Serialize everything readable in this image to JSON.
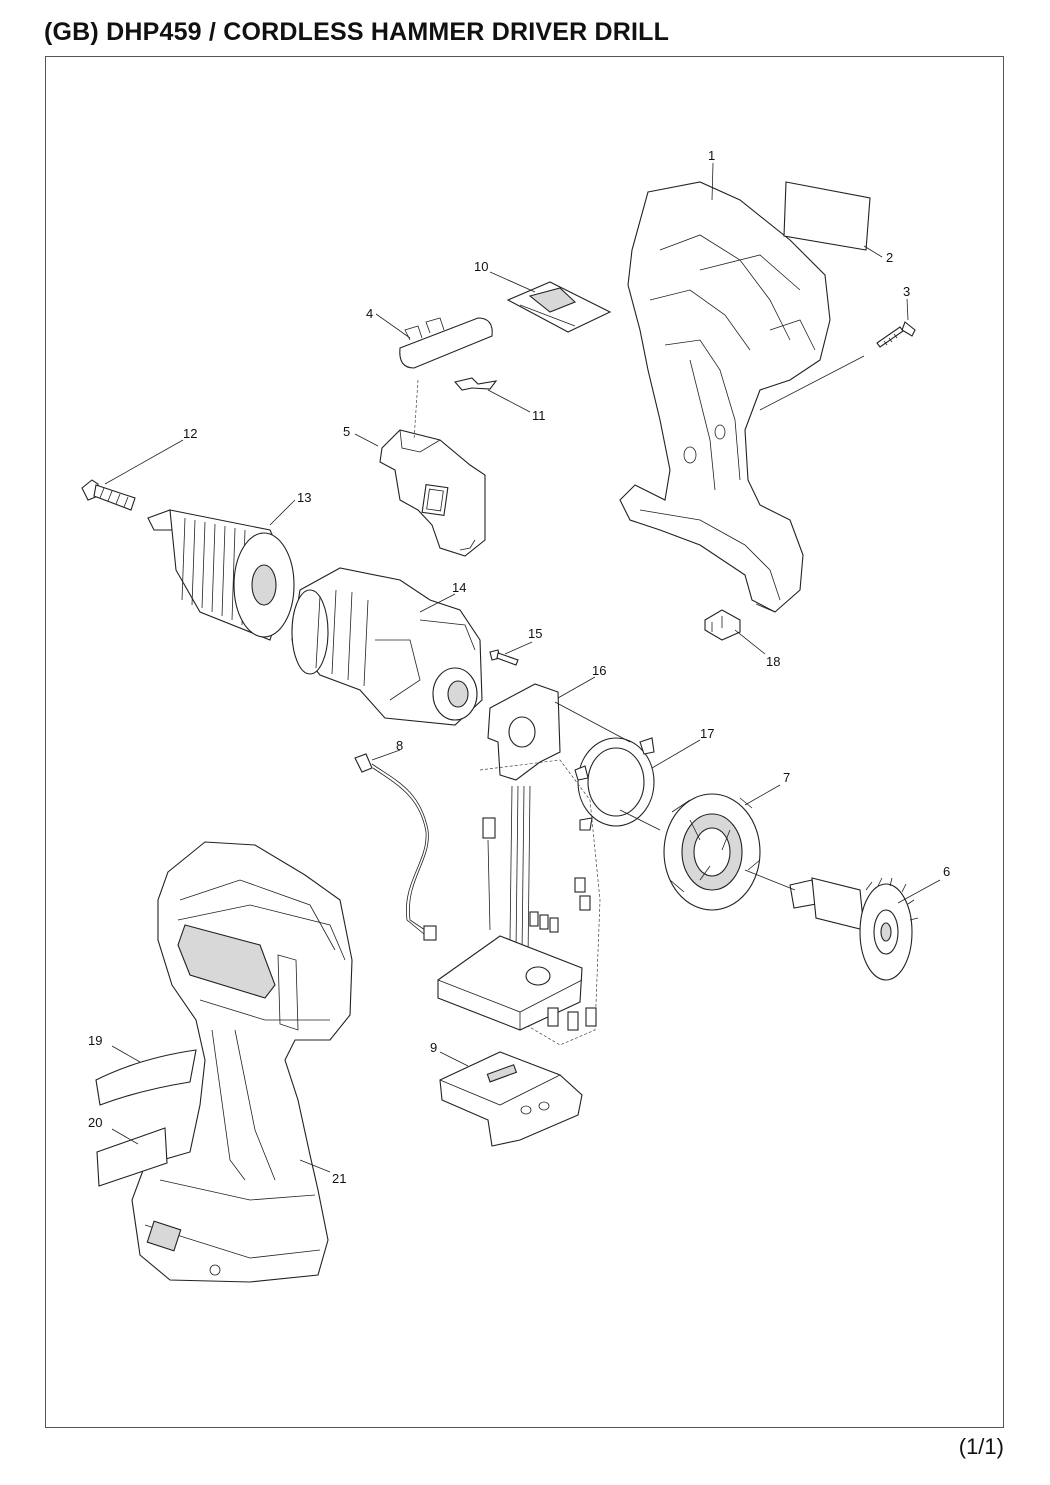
{
  "header": {
    "title": "(GB) DHP459 / CORDLESS HAMMER DRIVER DRILL"
  },
  "footer": {
    "page_number": "(1/1)"
  },
  "callouts": [
    "1",
    "2",
    "3",
    "4",
    "5",
    "6",
    "7",
    "8",
    "9",
    "10",
    "11",
    "12",
    "13",
    "14",
    "15",
    "16",
    "17",
    "18",
    "19",
    "20",
    "21"
  ]
}
